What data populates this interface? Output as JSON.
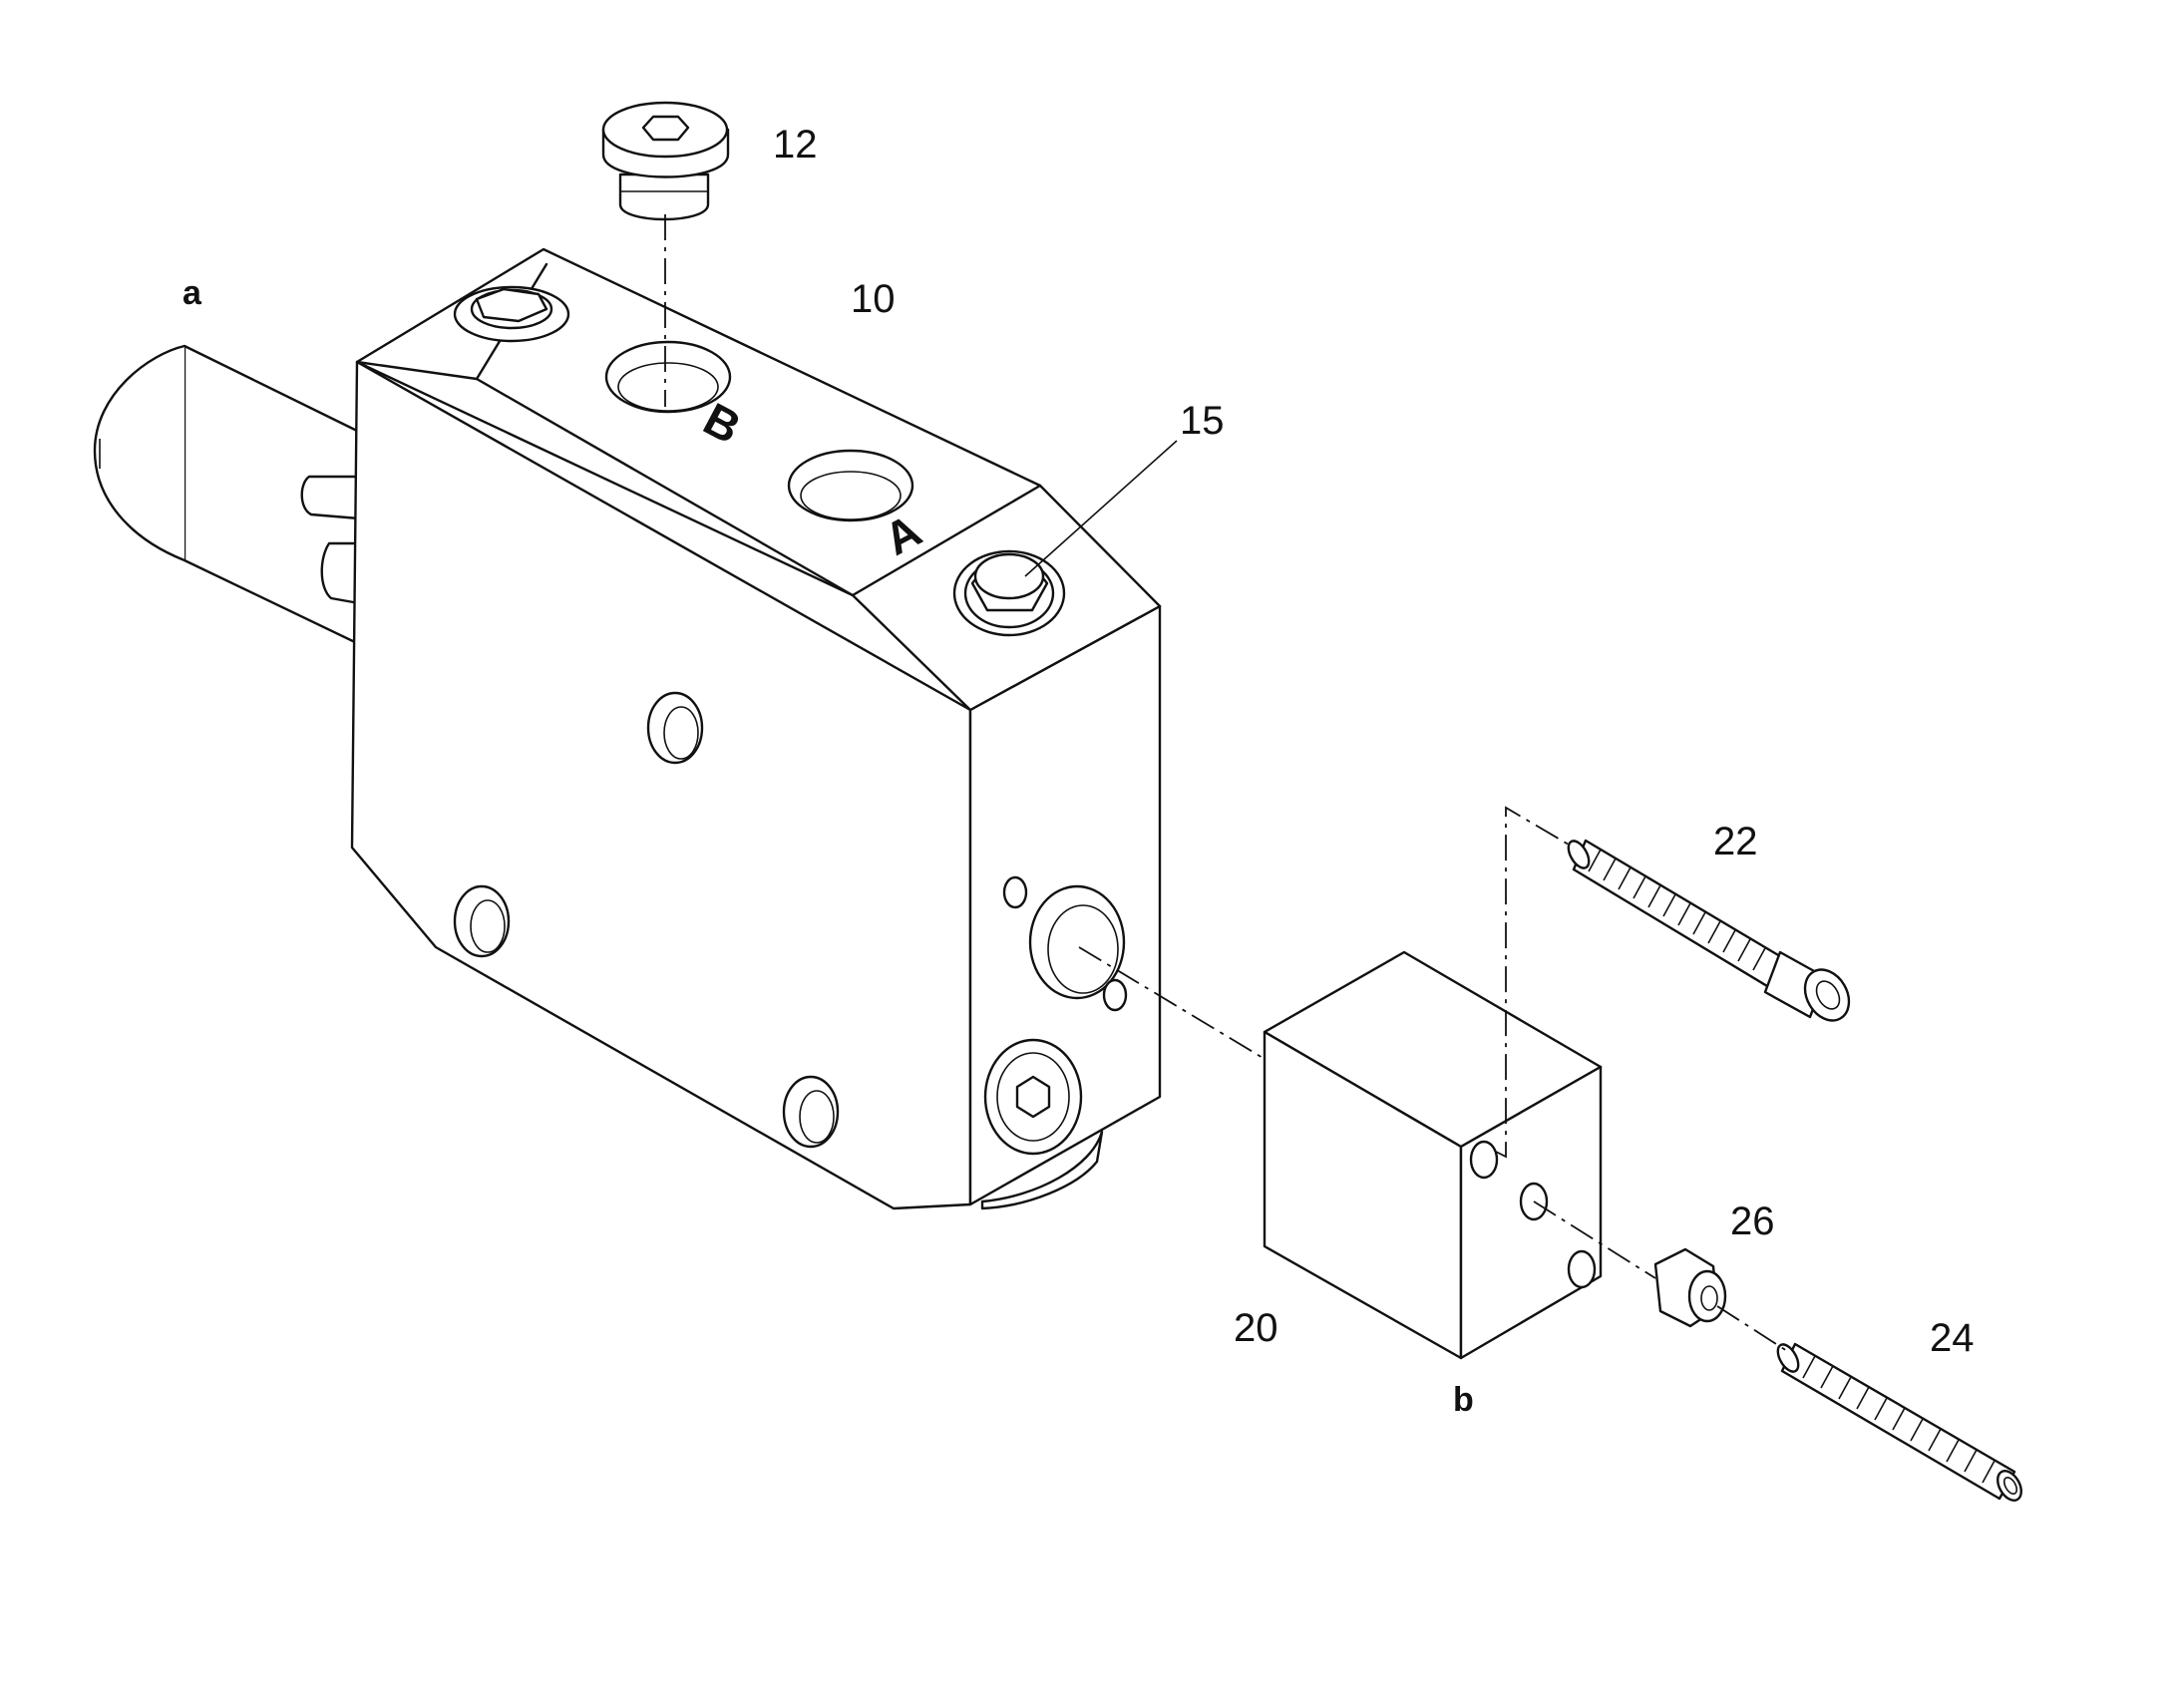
{
  "labels": {
    "item_12": "12",
    "item_10": "10",
    "item_15": "15",
    "item_22": "22",
    "item_20": "20",
    "item_26": "26",
    "item_24": "24",
    "ref_a": "a",
    "ref_b": "b"
  },
  "ports": {
    "port_b": "B",
    "port_a": "A"
  }
}
